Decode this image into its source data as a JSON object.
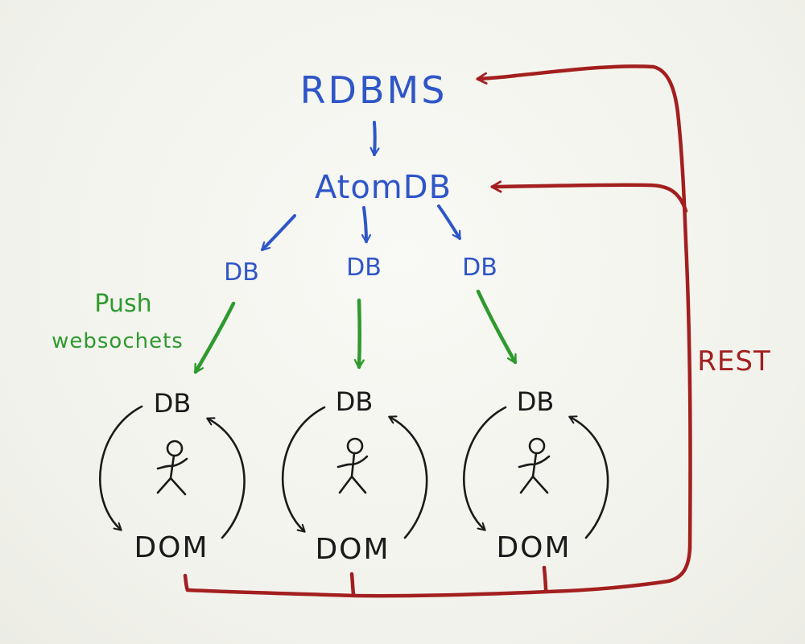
{
  "colors": {
    "background": "#f3f3ee",
    "blue": "#2f56c8",
    "green": "#2e9a2e",
    "red": "#a31f1f",
    "black": "#1a1a1a"
  },
  "nodes": {
    "rdbms": "RDBMS",
    "atomdb": "AtomDB",
    "server_dbs": [
      "DB",
      "DB",
      "DB"
    ],
    "client_dbs": [
      "DB",
      "DB",
      "DB"
    ],
    "client_doms": [
      "DOM",
      "DOM",
      "DOM"
    ]
  },
  "labels": {
    "push_line1": "Push",
    "push_line2": "websochets",
    "rest": "REST"
  }
}
